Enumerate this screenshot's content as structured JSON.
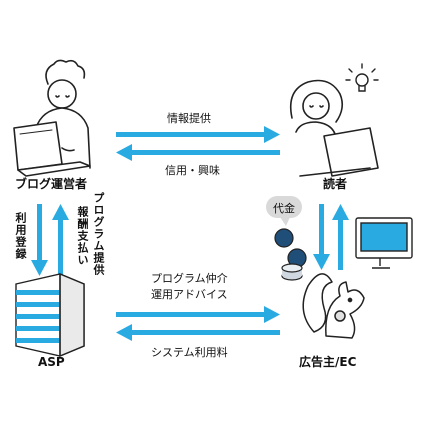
{
  "nodes": {
    "blogger": "ブログ運営者",
    "reader": "読者",
    "asp": "ASP",
    "advertiser": "広告主/EC"
  },
  "arrows": {
    "info": "情報提供",
    "trust": "信用・興味",
    "program": "プログラム提供",
    "payment": "報酬支払い",
    "register": "利用登録",
    "mediation_1": "プログラム仲介",
    "mediation_2": "運用アドバイス",
    "fee": "システム利用料",
    "price": "代金"
  },
  "colors": {
    "arrow": "#29abe2",
    "building_stripe": "#29abe2",
    "bubble": "#d9d9d9",
    "screen": "#29abe2",
    "coin": "#1f4e79"
  }
}
